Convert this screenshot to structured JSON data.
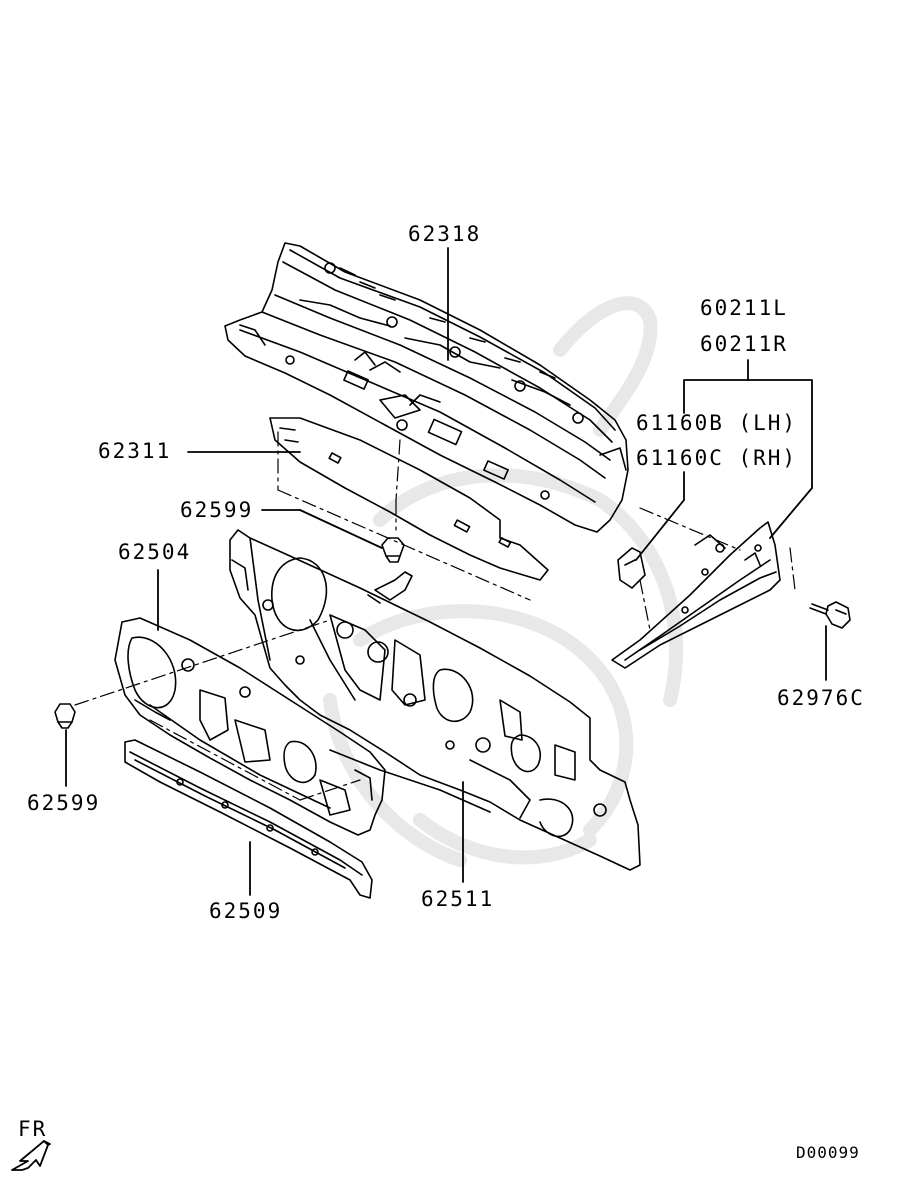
{
  "diagram_id": "D00099",
  "direction_label": "FR",
  "parts": {
    "cowl_top_panel": "62318",
    "cowl_top_sub": "62311",
    "clip_upper": "62599",
    "clip_left": "62599",
    "side_bracket_l": "60211L",
    "side_bracket_r": "60211R",
    "bracket_lh": "61160B (LH)",
    "bracket_rh": "61160C (RH)",
    "screw": "62976C",
    "insulator": "62504",
    "reinforcement": "62509",
    "dash_panel": "62511"
  },
  "colors": {
    "line": "#000000",
    "watermark": "#e9e9e9",
    "background": "#ffffff"
  }
}
